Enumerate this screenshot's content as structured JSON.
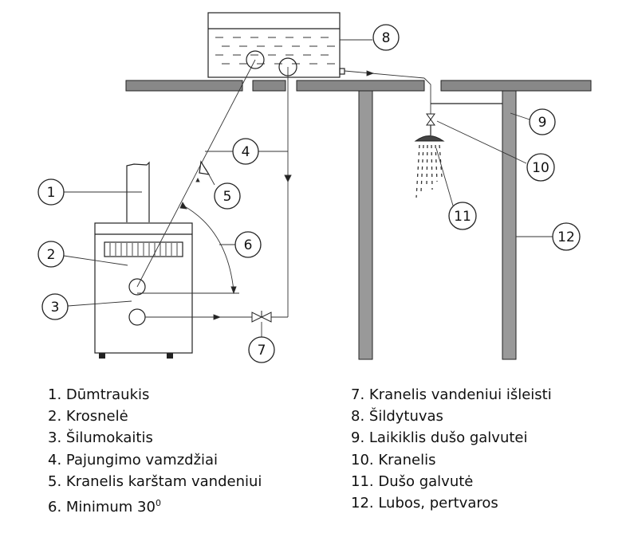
{
  "callouts": [
    "1",
    "2",
    "3",
    "4",
    "5",
    "6",
    "7",
    "8",
    "9",
    "10",
    "11",
    "12"
  ],
  "legend": {
    "left": [
      "1. Dūmtraukis",
      "2. Krosnelė",
      "3. Šilumokaitis",
      "4. Pajungimo vamzdžiai",
      "5. Kranelis karštam vandeniui",
      "6. Minimum 30"
    ],
    "degree_sup": "0",
    "right": [
      "7. Kranelis vandeniui išleisti",
      "8. Šildytuvas",
      "9. Laikiklis dušo galvutei",
      "10. Kranelis",
      "11. Dušo galvutė",
      "12. Lubos, pertvaros"
    ]
  }
}
